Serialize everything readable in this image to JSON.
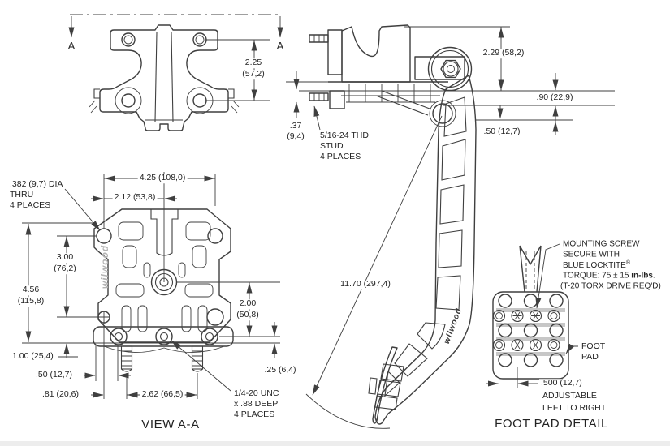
{
  "drawing": {
    "colors": {
      "line": "#3f3f3f",
      "text": "#232323",
      "logo_gray": "#b4b4b4",
      "pad_bar": "#9a9a9a",
      "background": "#ffffff"
    },
    "top_view": {
      "section_a_left": "A",
      "section_a_right": "A",
      "dim_height_in": "2.25",
      "dim_height_mm": "(57,2)"
    },
    "view_aa": {
      "title": "VIEW A-A",
      "dim_width": "4.25 (108,0)",
      "dim_half_width": "2.12 (53,8)",
      "hole_note_l1": ".382 (9,7) DIA",
      "hole_note_l2": "THRU",
      "hole_note_l3": "4 PLACES",
      "dim_hole_span_in": "3.00",
      "dim_hole_span_mm": "(76,2)",
      "dim_height_in": "4.56",
      "dim_height_mm": "(115,8)",
      "dim_offset_right_in": "2.00",
      "dim_offset_right_mm": "(50,8)",
      "dim_base": "1.00 (25,4)",
      "dim_stud_edge": ".50 (12,7)",
      "dim_stud_offset": ".81 (20,6)",
      "dim_stud_span": "2.62 (66,5)",
      "dim_bottom": ".25 (6,4)",
      "thread_note_l1": "1/4-20 UNC",
      "thread_note_l2": "x .88 DEEP",
      "thread_note_l3": "4 PLACES",
      "logo": "wilwood"
    },
    "side_view": {
      "dim_pivot_height": "2.29 (58,2)",
      "dim_flange": ".90 (22,9)",
      "dim_offset": ".50 (12,7)",
      "dim_plate_in": ".37",
      "dim_plate_mm": "(9,4)",
      "stud_note_l1": "5/16-24 THD",
      "stud_note_l2": "STUD",
      "stud_note_l3": "4 PLACES",
      "dim_pedal_length": "11.70 (297,4)",
      "logo": "wilwood"
    },
    "foot_pad": {
      "title": "FOOT PAD DETAIL",
      "screw_note_l1": "MOUNTING SCREW",
      "screw_note_l2": "SECURE WITH",
      "screw_note_l3": "BLUE LOCKTITE",
      "screw_note_l3_sup": "®",
      "screw_note_l4_pre": "TORQUE: 75 ± 15 ",
      "screw_note_l4_bold": "in-lbs",
      "screw_note_l4_post": ".",
      "screw_note_l5": "(T-20 TORX DRIVE REQ'D)",
      "label_l1": "FOOT",
      "label_l2": "PAD",
      "dim_adjust": ".500 (12,7)",
      "adjust_l1": "ADJUSTABLE",
      "adjust_l2": "LEFT TO RIGHT"
    }
  }
}
